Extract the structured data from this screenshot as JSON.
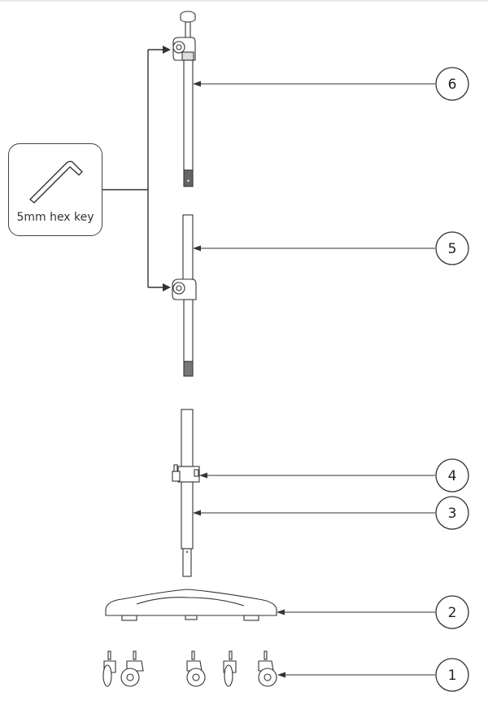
{
  "tool": {
    "label": "5mm hex key",
    "icon": "hex-key-icon"
  },
  "callouts": [
    "1",
    "2",
    "3",
    "4",
    "5",
    "6"
  ],
  "colors": {
    "line": "#333333",
    "frame": "#444444",
    "part_fill": "#ffffff",
    "shade": "#555555"
  }
}
